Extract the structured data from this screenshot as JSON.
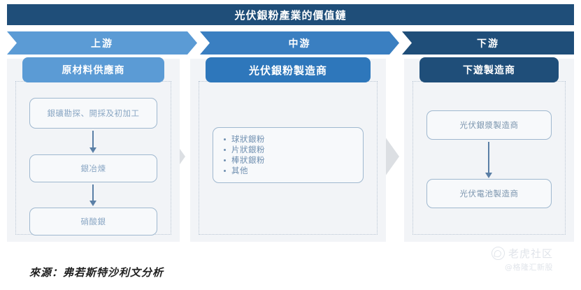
{
  "title": "光伏銀粉產業的價值鏈",
  "stages": [
    {
      "label": "上游",
      "color": "#5b9bd5"
    },
    {
      "label": "中游",
      "color": "#3a7fc1"
    },
    {
      "label": "下游",
      "color": "#1f4e79"
    }
  ],
  "columns": {
    "upstream": {
      "header": "原材料供應商",
      "nodes": [
        "銀礦勘探、開採及初加工",
        "銀冶煉",
        "硝酸銀"
      ]
    },
    "midstream": {
      "header": "光伏銀粉製造商",
      "bullets": [
        "球狀銀粉",
        "片狀銀粉",
        "棒狀銀粉",
        "其他"
      ]
    },
    "downstream": {
      "header": "下遊製造商",
      "nodes": [
        "光伏銀漿製造商",
        "光伏電池製造商"
      ]
    }
  },
  "source": "來源：弗若斯特沙利文分析",
  "watermark": {
    "name": "老虎社区",
    "handle": "@格隆汇新股",
    "icon": "tiger-logo-icon"
  },
  "colors": {
    "title_bar": "#1f4e79",
    "upstream": "#5b9bd5",
    "midstream": "#2e77bb",
    "downstream": "#1f4e79",
    "panel_bg": "#f2f4f7",
    "node_border": "#9fb8cf",
    "node_text": "#8aa7c4",
    "arrow": "#5a7fa6",
    "connector": "#dcdfe3"
  }
}
